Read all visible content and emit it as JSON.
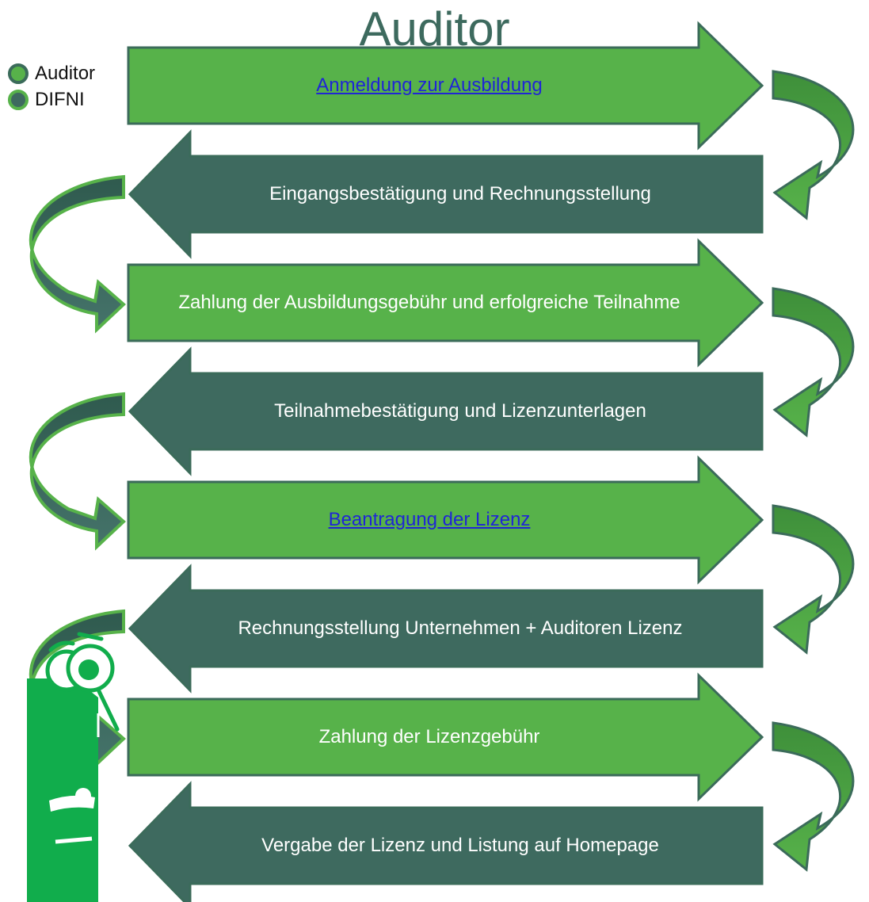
{
  "title": "Auditor",
  "legend": [
    {
      "label": "Auditor",
      "color": "#57b24a"
    },
    {
      "label": "DIFNI",
      "color": "#3e6a5f"
    }
  ],
  "colors": {
    "auditor_fill": "#57b24a",
    "difni_fill": "#3e6a5f",
    "outline": "#3b6b5a",
    "link": "#1f25d6",
    "logo_green": "#11ad4c"
  },
  "steps": [
    {
      "label": "Anmeldung zur Ausbildung",
      "actor": "Auditor",
      "direction": "right",
      "link": true
    },
    {
      "label": "Eingangsbestätigung und Rechnungsstellung",
      "actor": "DIFNI",
      "direction": "left",
      "link": false
    },
    {
      "label": "Zahlung der Ausbildungsgebühr und erfolgreiche Teilnahme",
      "actor": "Auditor",
      "direction": "right",
      "link": false
    },
    {
      "label": "Teilnahmebestätigung und Lizenzunterlagen",
      "actor": "DIFNI",
      "direction": "left",
      "link": false
    },
    {
      "label": "Beantragung der Lizenz",
      "actor": "Auditor",
      "direction": "right",
      "link": true
    },
    {
      "label": "Rechnungsstellung Unternehmen + Auditoren Lizenz",
      "actor": "DIFNI",
      "direction": "left",
      "link": false
    },
    {
      "label": "Zahlung der Lizenzgebühr",
      "actor": "Auditor",
      "direction": "right",
      "link": false
    },
    {
      "label": "Vergabe der Lizenz und Listung auf Homepage",
      "actor": "DIFNI",
      "direction": "left",
      "link": false
    }
  ],
  "logo": {
    "icon": "auditor-magnifier-logo-icon"
  }
}
